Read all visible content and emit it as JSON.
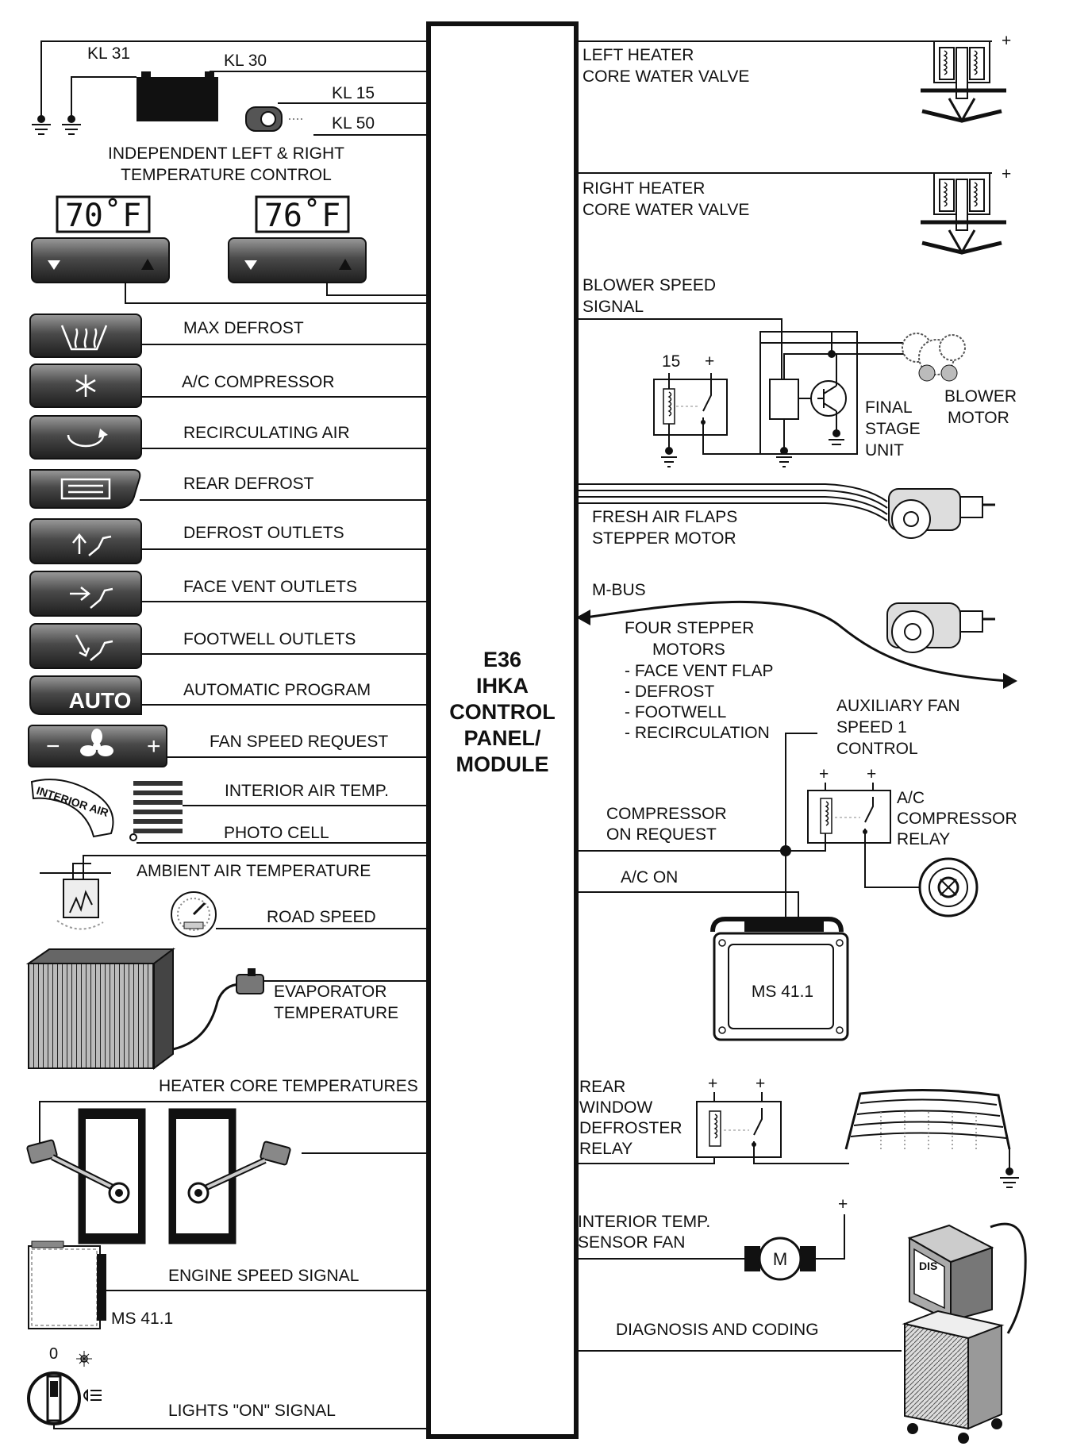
{
  "module": {
    "lines": [
      "E36",
      "IHKA",
      "CONTROL",
      "PANEL/",
      "MODULE"
    ]
  },
  "power": {
    "kl31": "KL 31",
    "kl30": "KL 30",
    "kl15": "KL  15",
    "kl50": "KL  50"
  },
  "temp_control": {
    "title_line1": "INDEPENDENT LEFT & RIGHT",
    "title_line2": "TEMPERATURE CONTROL",
    "left_display": "70˚F",
    "right_display": "76˚F"
  },
  "inputs": {
    "max_defrost": "MAX DEFROST",
    "ac_compressor": "A/C COMPRESSOR",
    "recirculating_air": "RECIRCULATING AIR",
    "rear_defrost": "REAR DEFROST",
    "defrost_outlets": "DEFROST OUTLETS",
    "face_vent_outlets": "FACE VENT OUTLETS",
    "footwell_outlets": "FOOTWELL OUTLETS",
    "automatic_program": "AUTOMATIC PROGRAM",
    "auto_button": "AUTO",
    "fan_speed_request": "FAN SPEED REQUEST",
    "fan_minus": "−",
    "fan_plus": "+",
    "interior_air_temp": "INTERIOR AIR TEMP.",
    "interior_air_tag": "INTERIOR AIR",
    "photo_cell": "PHOTO CELL",
    "ambient_air_temperature": "AMBIENT AIR TEMPERATURE",
    "road_speed": "ROAD SPEED",
    "evaporator_line1": "EVAPORATOR",
    "evaporator_line2": "TEMPERATURE",
    "heater_core_temperatures": "HEATER CORE TEMPERATURES",
    "engine_speed_signal": "ENGINE SPEED SIGNAL",
    "ms411_left": "MS 41.1",
    "lights_on_signal": "LIGHTS \"ON\" SIGNAL",
    "light_switch_zero": "0"
  },
  "outputs": {
    "left_valve_line1": "LEFT HEATER",
    "left_valve_line2": "CORE WATER VALVE",
    "right_valve_line1": "RIGHT HEATER",
    "right_valve_line2": "CORE WATER VALVE",
    "blower_signal_line1": "BLOWER SPEED",
    "blower_signal_line2": "SIGNAL",
    "relay_15": "15",
    "plus": "+",
    "final_stage_line1": "FINAL",
    "final_stage_line2": "STAGE",
    "final_stage_line3": "UNIT",
    "blower_motor_line1": "BLOWER",
    "blower_motor_line2": "MOTOR",
    "fresh_air_line1": "FRESH AIR FLAPS",
    "fresh_air_line2": "STEPPER MOTOR",
    "mbus": "M-BUS",
    "four_stepper_line1": "FOUR STEPPER",
    "four_stepper_line2": "MOTORS",
    "stepper_items": [
      "- FACE VENT FLAP",
      "- DEFROST",
      "- FOOTWELL",
      "- RECIRCULATION"
    ],
    "aux_fan_line1": "AUXILIARY FAN",
    "aux_fan_line2": "SPEED 1",
    "aux_fan_line3": "CONTROL",
    "compressor_req_line1": "COMPRESSOR",
    "compressor_req_line2": "ON REQUEST",
    "ac_relay_line1": "A/C",
    "ac_relay_line2": "COMPRESSOR",
    "ac_relay_line3": "RELAY",
    "ac_on": "A/C ON",
    "ms411_right": "MS 41.1",
    "rear_window_line1": "REAR",
    "rear_window_line2": "WINDOW",
    "rear_window_line3": "DEFROSTER",
    "rear_window_line4": "RELAY",
    "interior_fan_line1": "INTERIOR TEMP.",
    "interior_fan_line2": "SENSOR FAN",
    "motor_m": "M",
    "diagnosis": "DIAGNOSIS AND CODING",
    "dis_label": "DIS"
  },
  "colors": {
    "ink": "#111111",
    "button_dark": "#2b2b2b",
    "button_light": "#9a9a9a",
    "paper": "#ffffff"
  }
}
